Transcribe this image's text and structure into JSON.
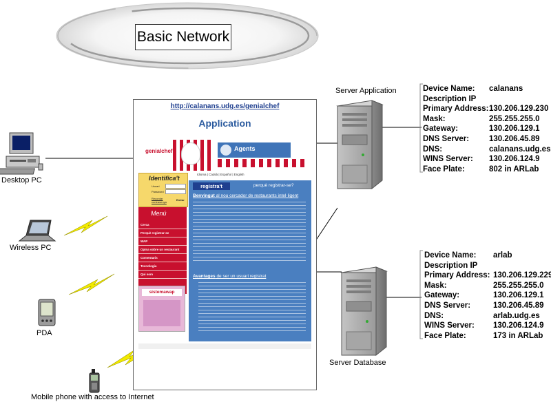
{
  "title": "Basic Network",
  "devices": {
    "desktop": "Desktop PC",
    "wireless": "Wireless PC",
    "pda": "PDA",
    "mobile": "Mobile phone with access to Internet",
    "server_app": "Server Application",
    "server_db": "Server Database"
  },
  "app_window": {
    "url": "http://calanans.udg.es/genialchef",
    "title": "Application",
    "brand": "genialchef.com",
    "agents": "Agents",
    "identify": "Identifica't",
    "user_label": "Usuari",
    "pass_label": "Password",
    "forgot": "Recordar contrasenya",
    "enter": "Entrar",
    "menu_title": "Menú",
    "menu_items": [
      "Cerca",
      "Perquè registrar-se",
      "WAP",
      "Opina sobre un restaurant",
      "Comentaris",
      "Tecnologia",
      "Qui som"
    ],
    "nav": "Idioma | Català | Español | English",
    "tab_register": "registra't",
    "tab_why": "perquè registrar-se?",
    "welcome_bold": "Benvingut",
    "welcome_rest": " al nou cercador de restaurants intel·ligent",
    "advantages_bold": "Avantages",
    "advantages_rest": " de ser un usuari registrat",
    "sistemawap": "sistemawap"
  },
  "server_app_info": {
    "rows": [
      {
        "k": "Device Name:",
        "v": "calanans"
      },
      {
        "k": "Description IP",
        "v": ""
      },
      {
        "k": "Primary Address:",
        "v": "130.206.129.230"
      },
      {
        "k": "Mask:",
        "v": "255.255.255.0"
      },
      {
        "k": "Gateway:",
        "v": "130.206.129.1"
      },
      {
        "k": "DNS Server:",
        "v": "130.206.45.89"
      },
      {
        "k": "DNS:",
        "v": "calanans.udg.es"
      },
      {
        "k": "WINS Server:",
        "v": "130.206.124.9"
      },
      {
        "k": "Face Plate:",
        "v": "802 in ARLab"
      }
    ]
  },
  "server_db_info": {
    "rows": [
      {
        "k": "Device Name:",
        "v": "arlab"
      },
      {
        "k": "Description IP",
        "v": ""
      },
      {
        "k": "Primary Address:",
        "v": "130.206.129.229"
      },
      {
        "k": "Mask:",
        "v": "255.255.255.0"
      },
      {
        "k": "Gateway:",
        "v": "130.206.129.1"
      },
      {
        "k": "DNS Server:",
        "v": "130.206.45.89"
      },
      {
        "k": "DNS:",
        "v": "arlab.udg.es"
      },
      {
        "k": "WINS Server:",
        "v": "130.206.124.9"
      },
      {
        "k": "Face Plate:",
        "v": "173 in ARLab"
      }
    ]
  },
  "colors": {
    "lightning": "#f2ea00",
    "server": "#a9a9a9",
    "menu_red": "#c8102e",
    "content_blue": "#4a7fc0"
  }
}
